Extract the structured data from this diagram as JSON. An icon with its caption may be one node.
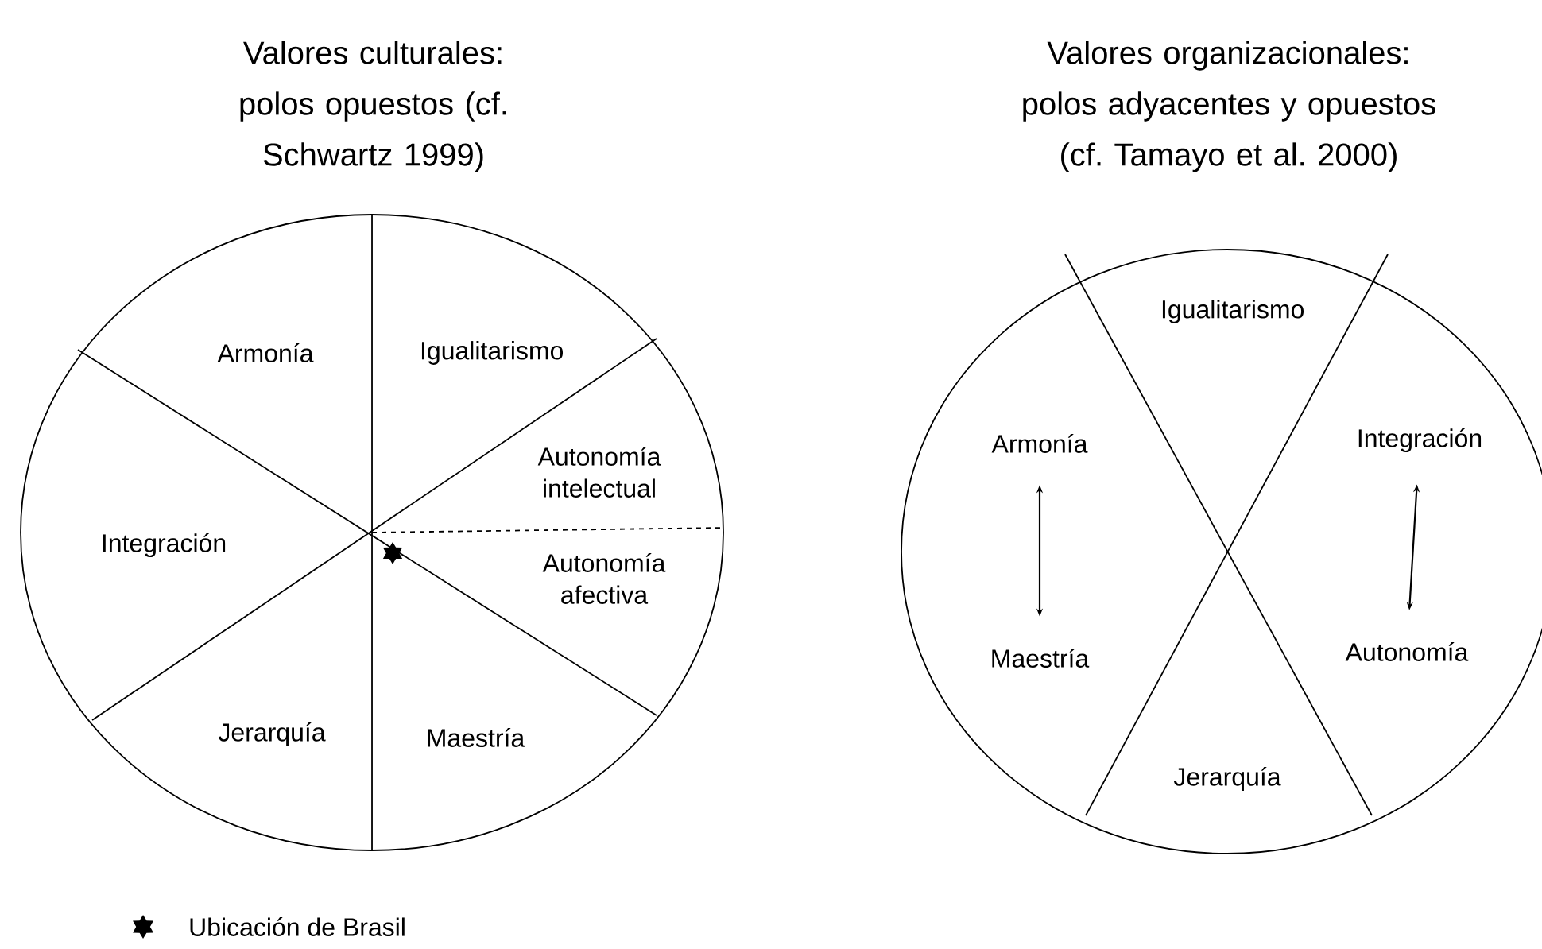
{
  "diagram": {
    "nodes": [
      {
        "text": [
          "Valores culturales: polos opuestos (cf. Schwartz 1999)"
        ]
      },
      {
        "text": [
          "Armonía"
        ],
        "in": 0
      },
      {
        "text": [
          "Igualitarismo"
        ],
        "in": 0
      },
      {
        "text": [
          "Autonomía intelectual"
        ],
        "in": 0
      },
      {
        "text": [
          "Integración"
        ],
        "in": 0
      },
      {
        "text": [
          "Autonomía afectiva"
        ],
        "in": 0
      },
      {
        "text": [
          "Jerarquía"
        ],
        "in": 0
      },
      {
        "text": [
          "Maestría"
        ],
        "in": 0
      },
      {
        "text": [
          "Valores organizacionales: polos adyacentes y opuestos (cf. Tamayo et al. 2000)"
        ]
      },
      {
        "text": [
          "Igualitarismo"
        ],
        "in": 8
      },
      {
        "text": [
          "Armonía"
        ],
        "in": 8
      },
      {
        "text": [
          "Integración"
        ],
        "in": 8
      },
      {
        "text": [
          "Maestría"
        ],
        "in": 8
      },
      {
        "text": [
          "Autonomía"
        ],
        "in": 8
      },
      {
        "text": [
          "Jerarquía"
        ],
        "in": 8
      }
    ],
    "edges": [
      {
        "from": 10,
        "to": 12,
        "arrow": "both"
      },
      {
        "from": 11,
        "to": 13,
        "arrow": "both"
      }
    ],
    "legend": [
      {
        "text": "Ubicación de Brasil"
      }
    ]
  }
}
